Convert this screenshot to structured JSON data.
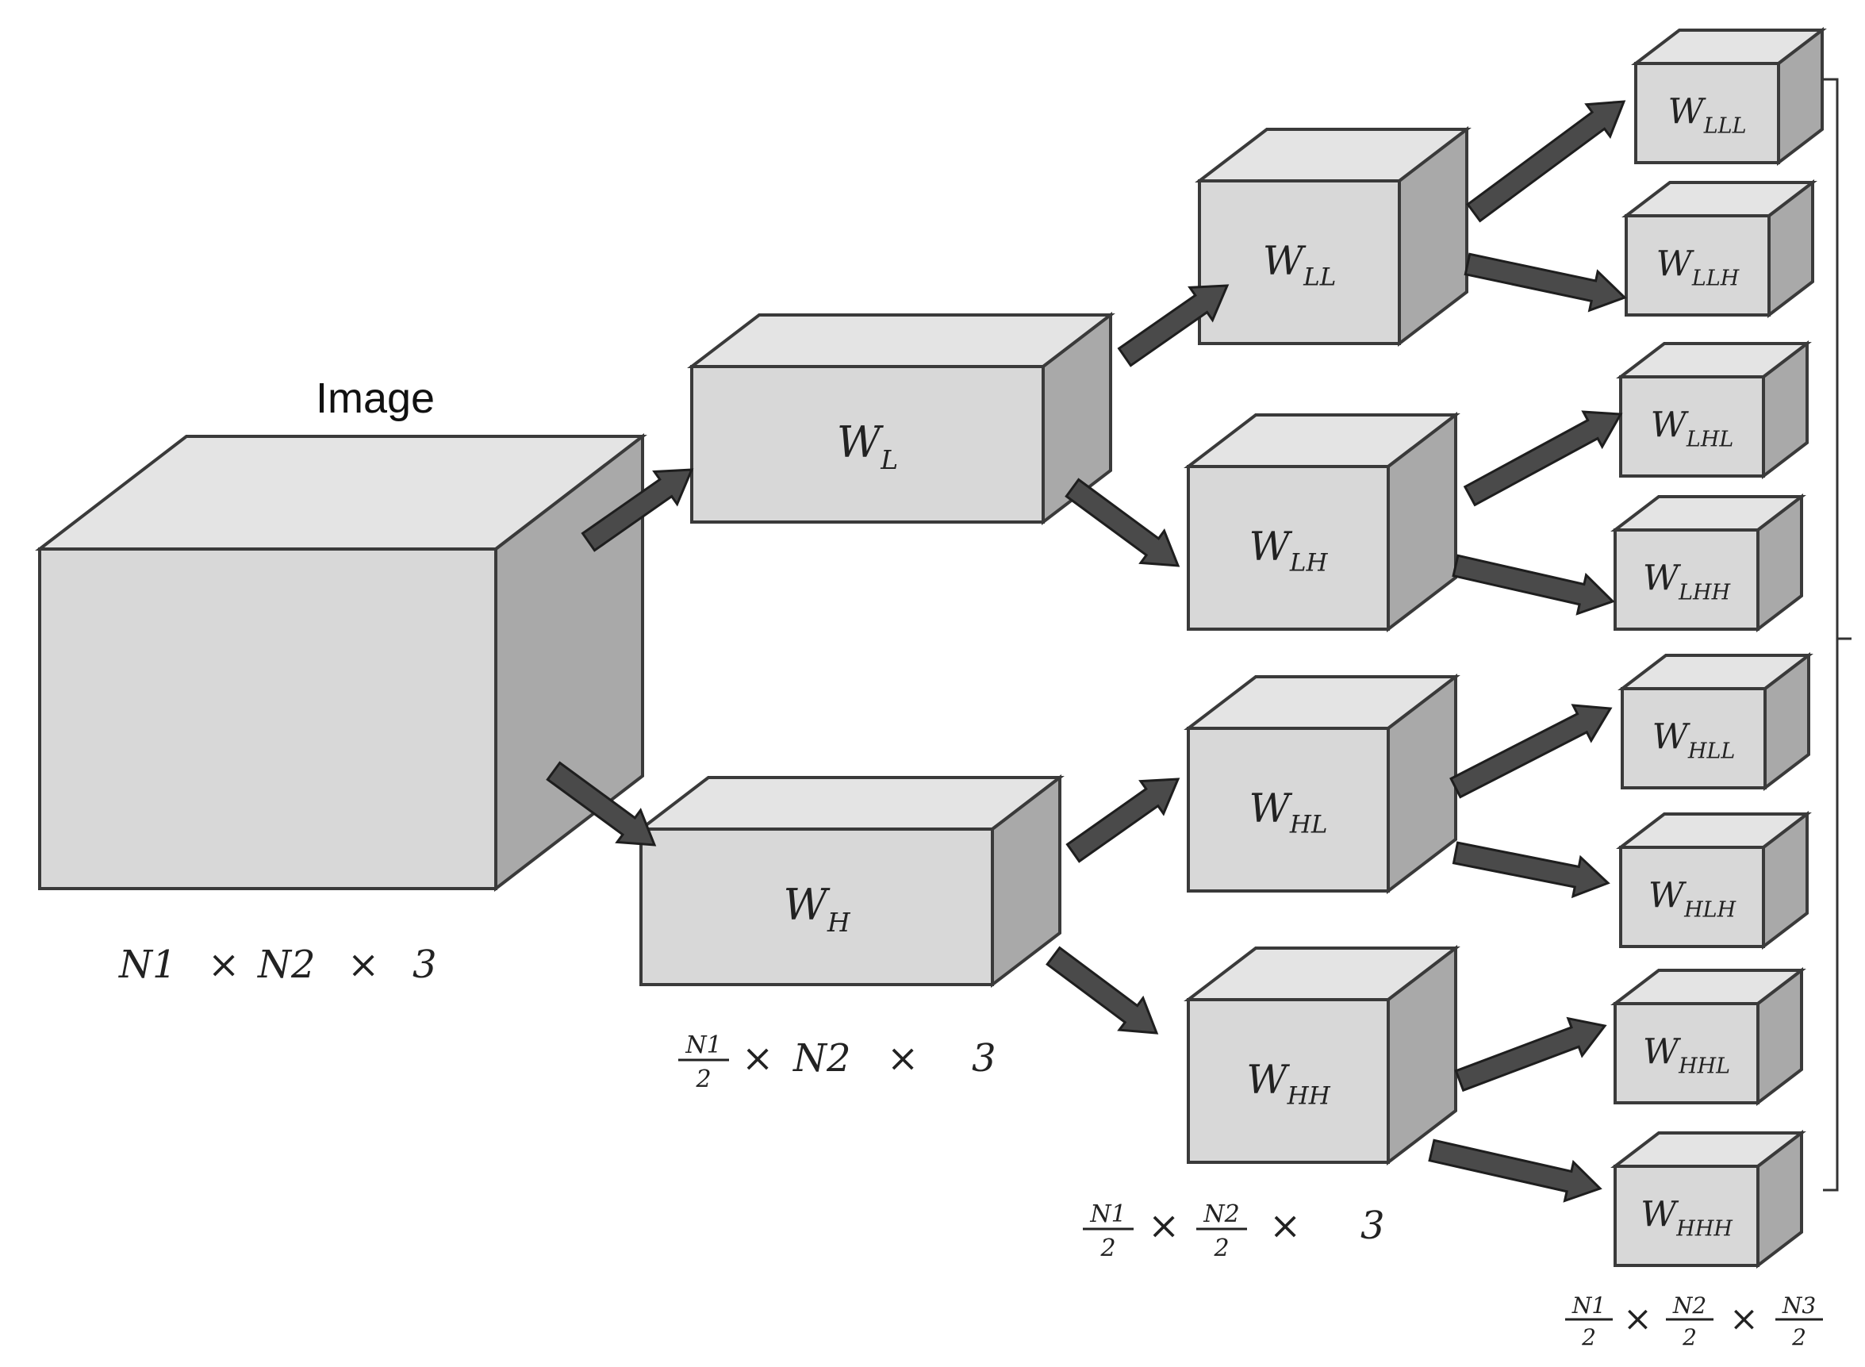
{
  "title": "Image",
  "cubes": [
    {
      "id": "image",
      "label": "",
      "sub": ""
    },
    {
      "id": "wl",
      "label": "W",
      "sub": "L"
    },
    {
      "id": "wh",
      "label": "W",
      "sub": "H"
    },
    {
      "id": "wll",
      "label": "W",
      "sub": "LL"
    },
    {
      "id": "wlh",
      "label": "W",
      "sub": "LH"
    },
    {
      "id": "whl",
      "label": "W",
      "sub": "HL"
    },
    {
      "id": "whh",
      "label": "W",
      "sub": "HH"
    },
    {
      "id": "wlll",
      "label": "W",
      "sub": "LLL"
    },
    {
      "id": "wllh",
      "label": "W",
      "sub": "LLH"
    },
    {
      "id": "wlhl",
      "label": "W",
      "sub": "LHL"
    },
    {
      "id": "wlhh",
      "label": "W",
      "sub": "LHH"
    },
    {
      "id": "whll",
      "label": "W",
      "sub": "HLL"
    },
    {
      "id": "whlh",
      "label": "W",
      "sub": "HLH"
    },
    {
      "id": "whhl",
      "label": "W",
      "sub": "HHL"
    },
    {
      "id": "whhh",
      "label": "W",
      "sub": "HHH"
    }
  ],
  "dimensions": {
    "level0": {
      "a": "N1",
      "times1": "×",
      "b": "N2",
      "times2": "×",
      "c": "3"
    },
    "level1": {
      "num1": "N1",
      "den1": "2",
      "times1": "×",
      "b": "N2",
      "times2": "×",
      "c": "3"
    },
    "level2": {
      "num1": "N1",
      "den1": "2",
      "times1": "×",
      "num2": "N2",
      "den2": "2",
      "times2": "×",
      "c": "3"
    },
    "level3": {
      "num1": "N1",
      "den1": "2",
      "times1": "×",
      "num2": "N2",
      "den2": "2",
      "times2": "×",
      "num3": "N3",
      "den3": "2"
    }
  },
  "colors": {
    "front": "#d8d8d8",
    "top": "#e4e4e4",
    "side": "#a9a9a9",
    "arrow": "#4a4a4a",
    "outline": "#3a3a3a"
  }
}
